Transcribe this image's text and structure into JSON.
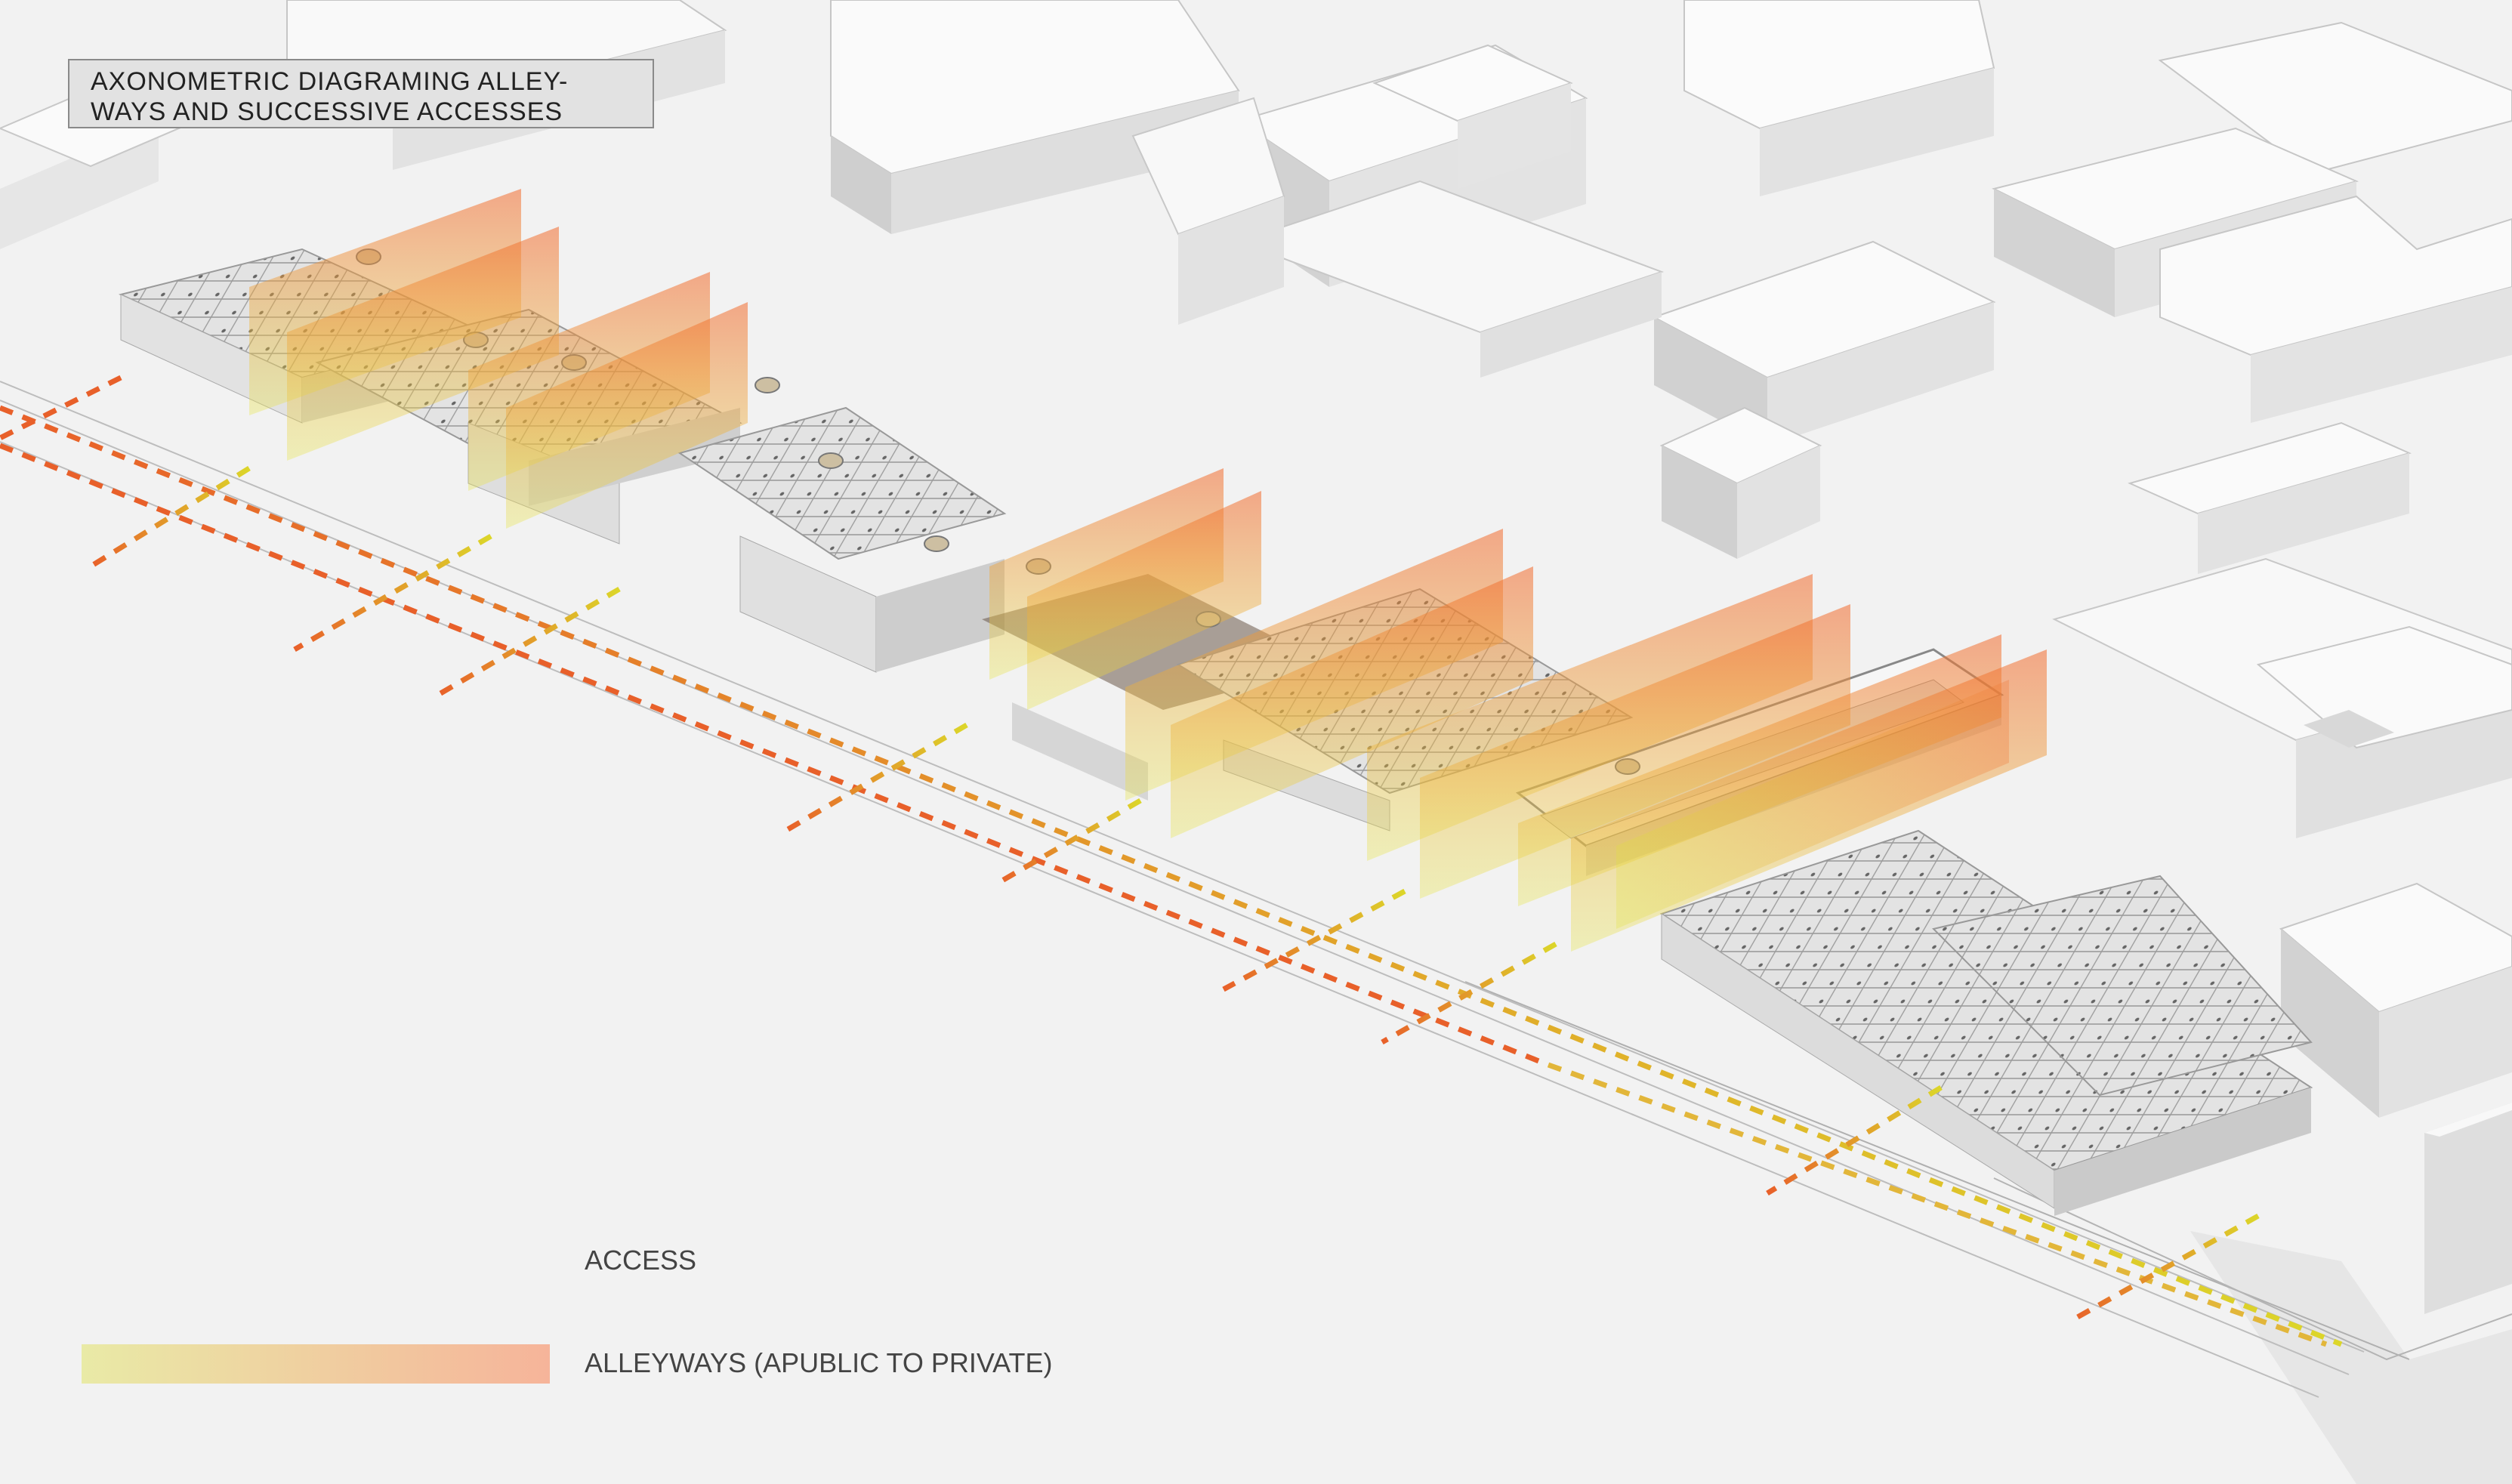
{
  "title": {
    "line1": "AXONOMETRIC DIAGRAMING ALLEY-",
    "line2": "WAYS AND SUCCESSIVE ACCESSES"
  },
  "legend": {
    "access_label": "ACCESS",
    "alleyways_label": "ALLEYWAYS (APUBLIC TO PRIVATE)"
  },
  "colors": {
    "background": "#f2f2f2",
    "access_start": "#e8602a",
    "access_end": "#dcd62a",
    "alley_public": "#e7e9a6",
    "alley_private": "#f6b49a",
    "building_top": "#f8f8f8",
    "building_side": "#d6d6d6",
    "building_front": "#e7e7e7",
    "roofs": "#cfcfcf"
  }
}
